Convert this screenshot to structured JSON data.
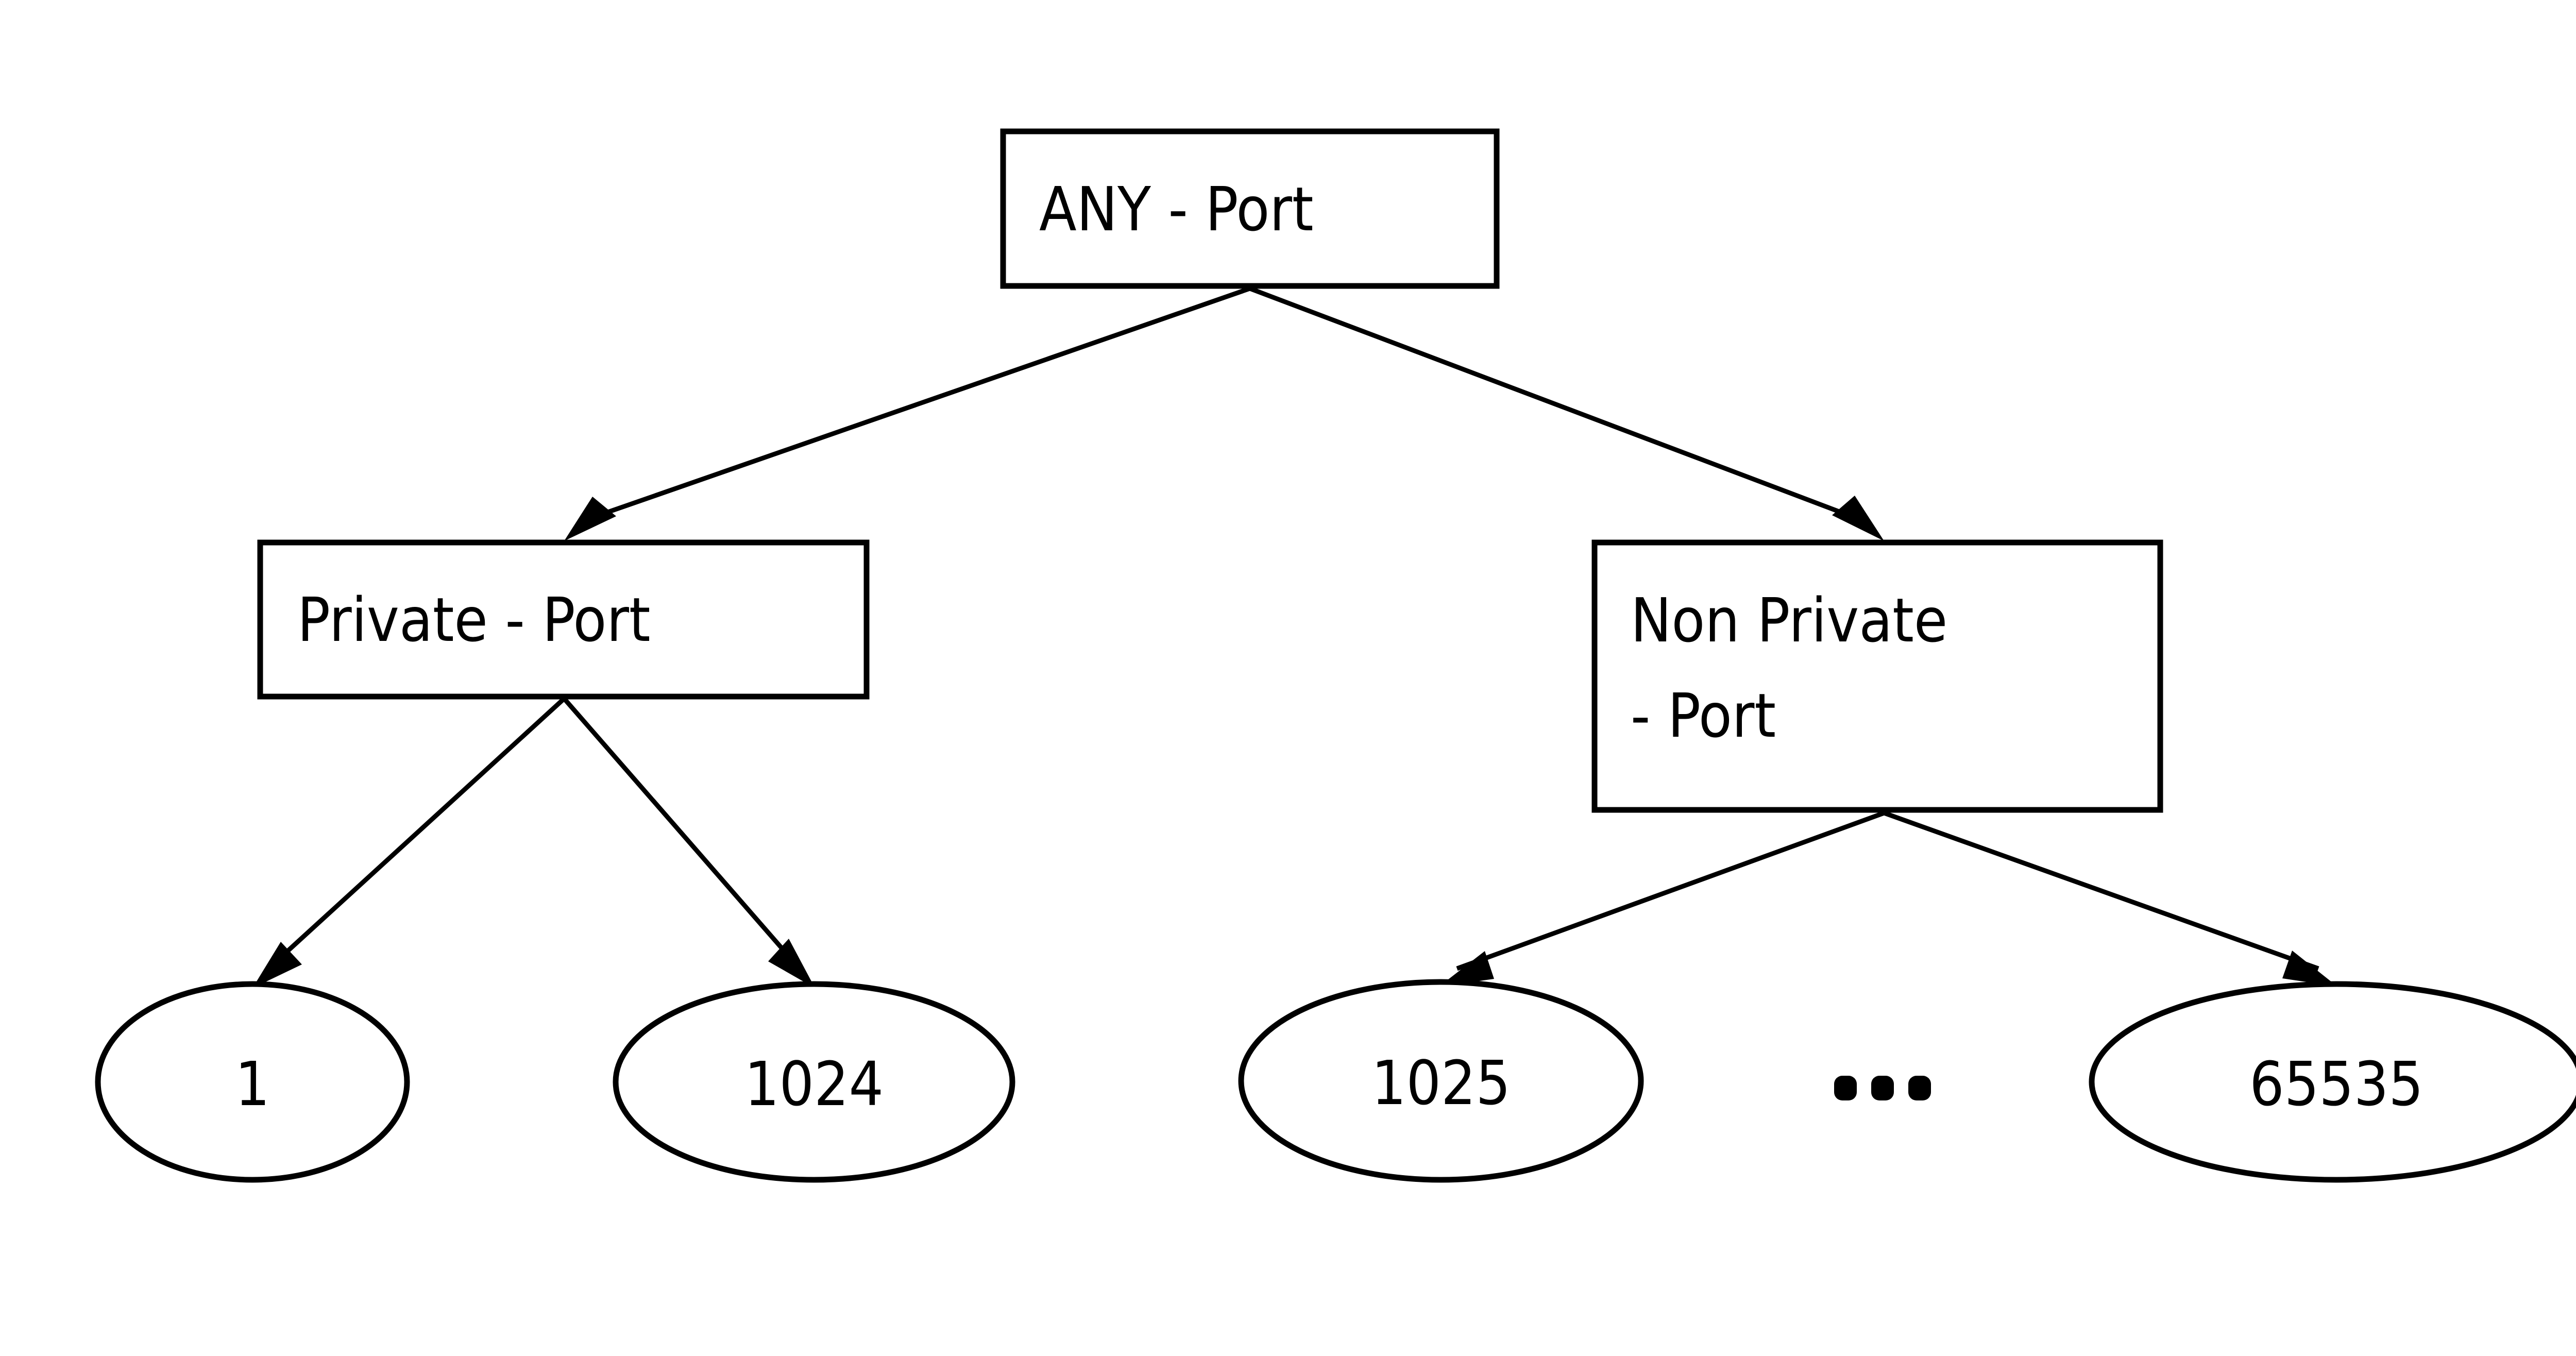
{
  "diagram": {
    "title": "ANY - Port taxonomy tree",
    "background_color": "#ffffff",
    "stroke_color": "#000000",
    "nodes": [
      {
        "id": "any-port",
        "shape": "rectangle",
        "label": "ANY - Port",
        "lines": [
          "ANY - Port"
        ]
      },
      {
        "id": "private-port",
        "shape": "rectangle",
        "label": "Private - Port",
        "lines": [
          "Private - Port"
        ]
      },
      {
        "id": "non-private-port",
        "shape": "rectangle",
        "label": "Non Private - Port",
        "lines": [
          "Non Private",
          "- Port"
        ]
      },
      {
        "id": "port-1",
        "shape": "ellipse",
        "label": "1"
      },
      {
        "id": "port-1024",
        "shape": "ellipse",
        "label": "1024"
      },
      {
        "id": "port-1025",
        "shape": "ellipse",
        "label": "1025"
      },
      {
        "id": "port-65535",
        "shape": "ellipse",
        "label": "65535"
      }
    ],
    "ellipsis": {
      "id": "range-ellipsis",
      "label": "•••",
      "dot_count": 3
    },
    "edges": [
      {
        "from": "any-port",
        "to": "private-port"
      },
      {
        "from": "any-port",
        "to": "non-private-port"
      },
      {
        "from": "private-port",
        "to": "port-1"
      },
      {
        "from": "private-port",
        "to": "port-1024"
      },
      {
        "from": "non-private-port",
        "to": "port-1025"
      },
      {
        "from": "non-private-port",
        "to": "port-65535"
      }
    ],
    "labels": {
      "root": "ANY - Port",
      "left_child": "Private - Port",
      "right_child_line1": "Non Private",
      "right_child_line2": "- Port",
      "leaf_1": "1",
      "leaf_1024": "1024",
      "leaf_1025": "1025",
      "leaf_65535": "65535"
    }
  }
}
